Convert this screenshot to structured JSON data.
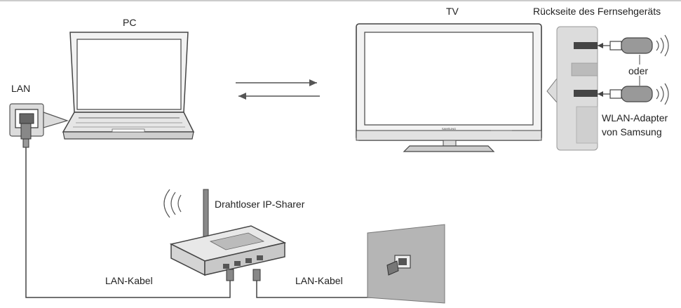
{
  "labels": {
    "pc": "PC",
    "tv": "TV",
    "tv_back": "Rückseite des Fernsehgeräts",
    "lan": "LAN",
    "oder": "oder",
    "wlan_adapter_line1": "WLAN-Adapter",
    "wlan_adapter_line2": "von Samsung",
    "router": "Drahtloser IP-Sharer",
    "lan_cable_left": "LAN-Kabel",
    "lan_cable_right": "LAN-Kabel",
    "tv_brand": "SAMSUNG"
  },
  "colors": {
    "outline": "#444444",
    "panel_gray": "#dcdcdc",
    "wall_gray": "#b5b5b5",
    "arrow": "#555555",
    "text": "#222222"
  }
}
